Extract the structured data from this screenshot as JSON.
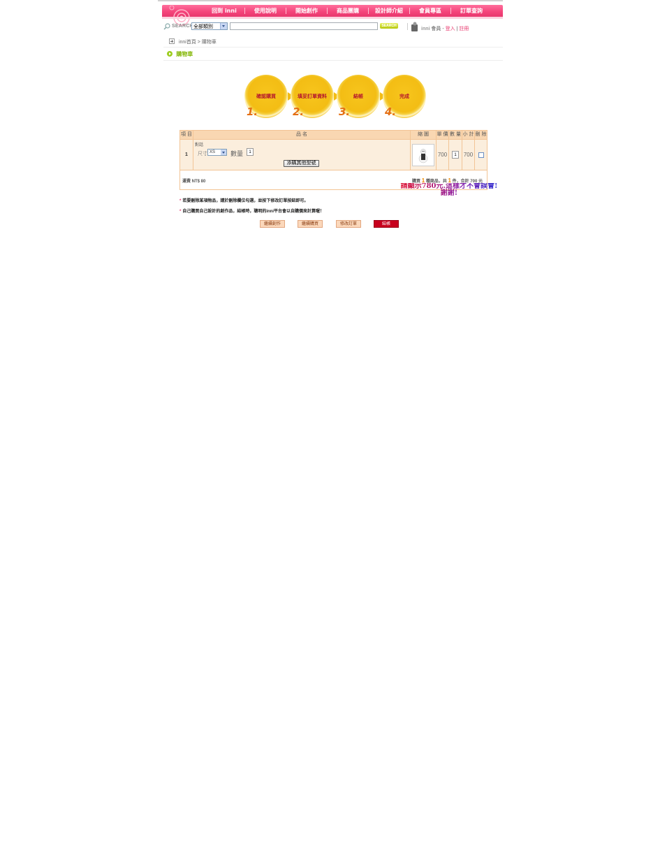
{
  "colors": {
    "nav_pink": "#f4437a",
    "accent_green": "#86b80c",
    "step_yellow": "#f3bd14",
    "step_text_red": "#b5162c",
    "step_num_orange": "#e46f13",
    "table_header": "#f9d7b2",
    "table_row": "#fbeedd",
    "checkout_red": "#c8001e"
  },
  "nav": {
    "items": [
      {
        "label": "回到 inni"
      },
      {
        "label": "使用說明"
      },
      {
        "label": "開始創作"
      },
      {
        "label": "商品團購"
      },
      {
        "label": "設計師介紹"
      },
      {
        "label": "會員專區"
      },
      {
        "label": "訂單查詢"
      }
    ]
  },
  "search": {
    "label": "SEARCH",
    "category_selected": "全部類別",
    "query": "",
    "button_label": "SEARCH"
  },
  "member": {
    "brand": "inni",
    "label": "會員 -",
    "login": "登入",
    "separator": "|",
    "register": "註冊"
  },
  "breadcrumb": {
    "text": "inni首頁 > 購物車"
  },
  "section": {
    "title": "購物車"
  },
  "steps": [
    {
      "num": "1.",
      "label": "確認購買"
    },
    {
      "num": "2.",
      "label": "填妥訂單資料"
    },
    {
      "num": "3.",
      "label": "結帳"
    },
    {
      "num": "4.",
      "label": "完成"
    }
  ],
  "cart": {
    "headers": {
      "item": "項 目",
      "name": "品 名",
      "image": "縮 圖",
      "price": "單 價",
      "qty": "數 量",
      "subtotal": "小 計",
      "delete": "刪 除"
    },
    "rows": [
      {
        "index": "1",
        "product_name": "對話",
        "size_label": "尺寸",
        "size_selected": "XS",
        "qty_label": "數量",
        "qty_inner": "1",
        "add_button": "添購其他型號",
        "price": "700",
        "qty": "1",
        "subtotal": "700"
      }
    ],
    "shipping": "運費 NT$ 80",
    "summary_prefix": "購買",
    "summary_kinds": "1",
    "summary_mid": "種商品，共",
    "summary_count": "1",
    "summary_suffix": "件，合計 700 元"
  },
  "overlay_note": "請顯示780元.這樣才不會誤會! 謝謝!",
  "notes": [
    "若要刪除某項物品，請於刪除欄位勾選，並按下修改訂單按鈕即可。",
    "自己購買自己設計的創作品，結帳時，聰明的inni平台會以自購價來計算喔！"
  ],
  "buttons": {
    "continue_create": "繼續創作",
    "continue_shop": "繼續購買",
    "modify_order": "修改訂單",
    "checkout": "結帳"
  }
}
